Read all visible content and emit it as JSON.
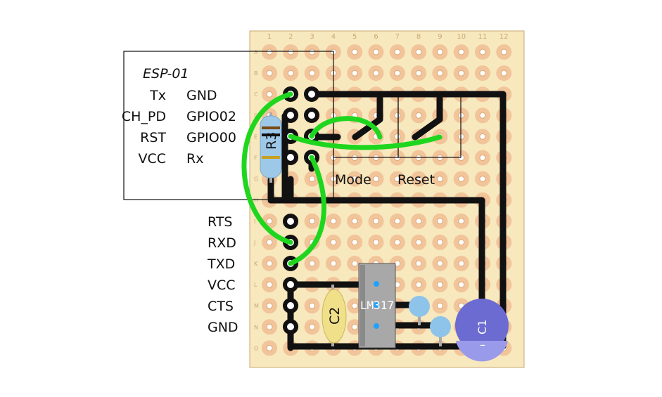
{
  "board": {
    "columns": [
      "1",
      "2",
      "3",
      "4",
      "5",
      "6",
      "7",
      "8",
      "9",
      "10",
      "11",
      "12"
    ],
    "rows": [
      "A",
      "B",
      "C",
      "D",
      "E",
      "F",
      "G",
      "H",
      "I",
      "J",
      "K",
      "L",
      "M",
      "N",
      "O"
    ]
  },
  "esp": {
    "title": "ESP-01",
    "left_pins": [
      "Tx",
      "CH_PD",
      "RST",
      "VCC"
    ],
    "right_pins": [
      "GND",
      "GPIO02",
      "GPIO00",
      "Rx"
    ]
  },
  "header_pins": [
    "RTS",
    "RXD",
    "TXD",
    "VCC",
    "CTS",
    "GND"
  ],
  "buttons": {
    "mode": "Mode",
    "reset": "Reset"
  },
  "parts": {
    "resistor": "R3",
    "regulator": "LM317",
    "cap_small": "C2",
    "cap_big": "C1",
    "cap_big_polarity": "–"
  },
  "colors": {
    "board": "#f7e8bd",
    "pad": "#f2c49a",
    "trace": "#111111",
    "jumper": "#1fd61f",
    "cap_big": "#6b6bd1",
    "cap_small": "#f0e08a",
    "regulator": "#a8a8a8",
    "resistor": "#9ec8e8",
    "trimmer": "#8fc4ea"
  }
}
